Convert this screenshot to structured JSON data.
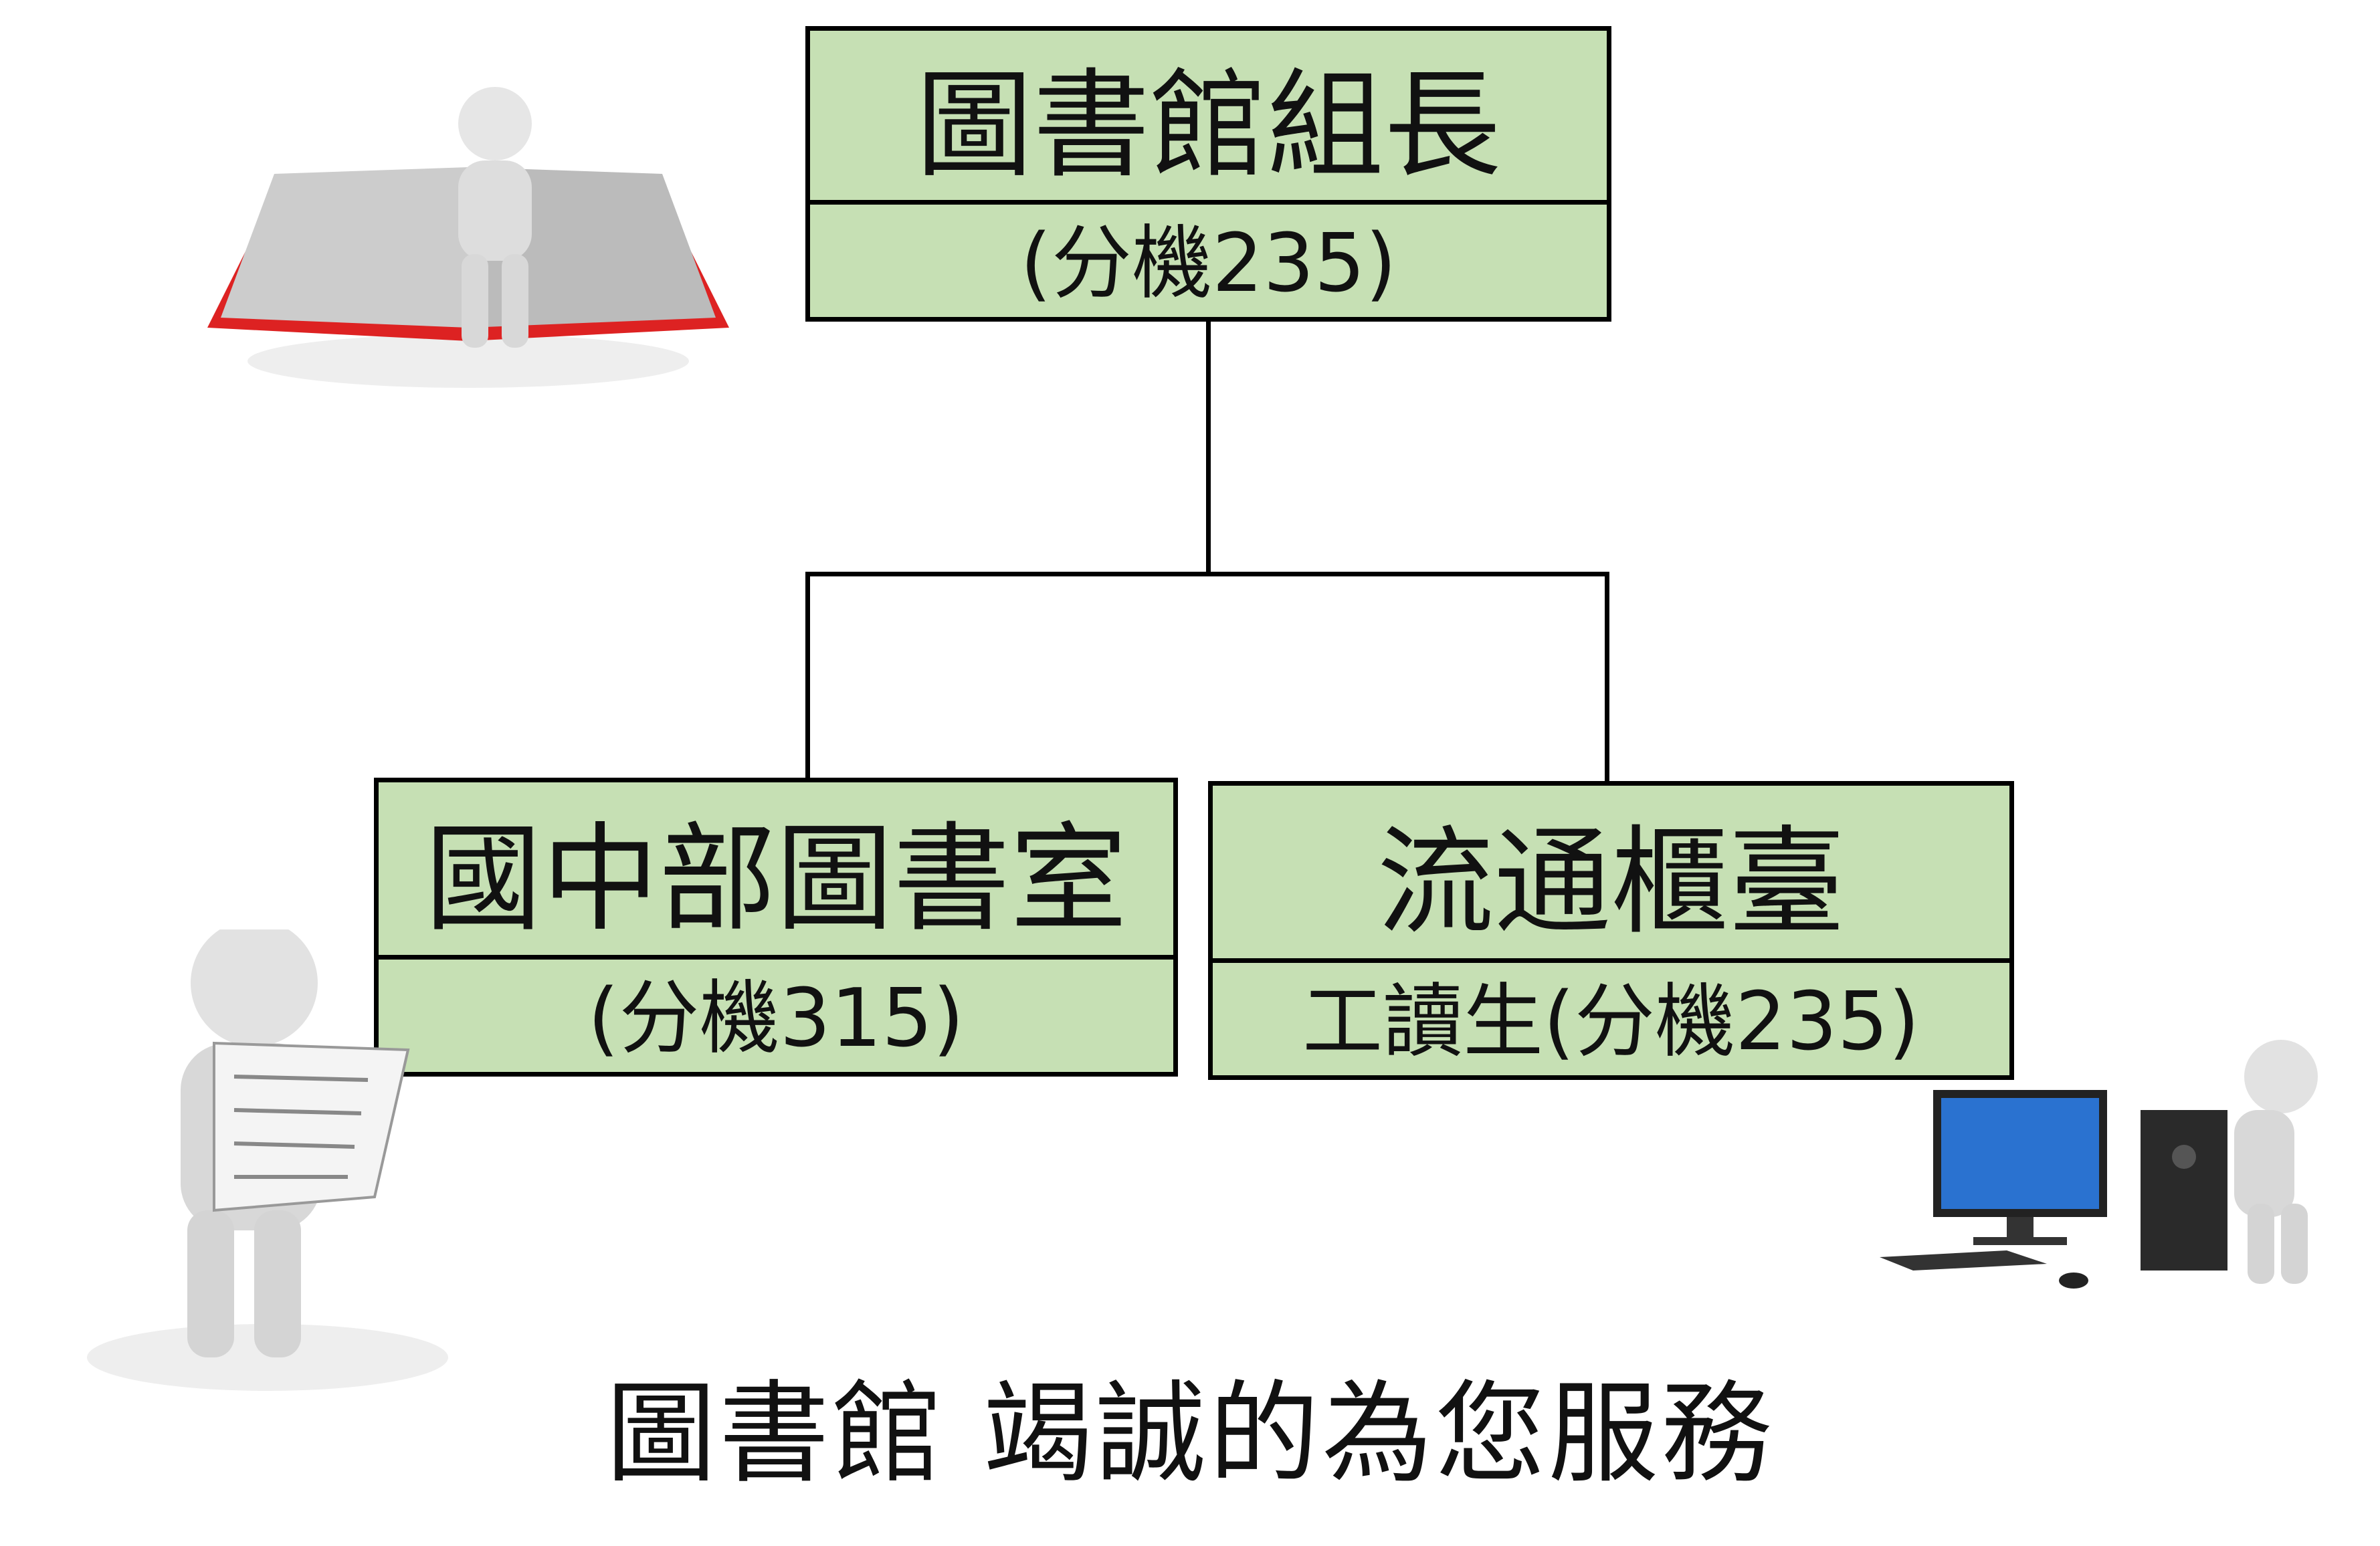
{
  "head": {
    "title": "圖書館組長",
    "ext": "(分機235)"
  },
  "junior_library": {
    "title": "國中部圖書室",
    "ext": "(分機315)"
  },
  "circulation": {
    "title": "流通櫃臺",
    "ext": "工讀生(分機235)"
  },
  "footer": "圖書館 竭誠的為您服務",
  "colors": {
    "box_fill": "#c6e0b4",
    "line": "#000000"
  }
}
